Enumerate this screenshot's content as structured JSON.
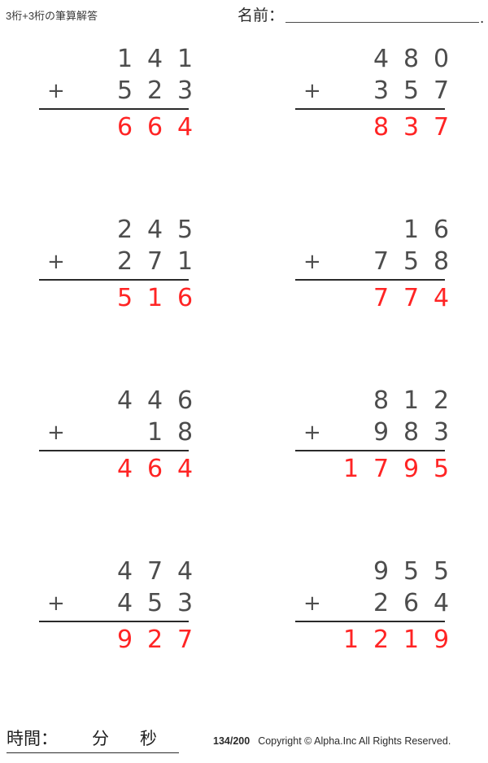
{
  "header": {
    "title": "3桁+3桁の筆算解答",
    "name_label": "名前：",
    "name_trailing_dot": "."
  },
  "problems": [
    {
      "id": 1,
      "operator": "+",
      "addend1": [
        "1",
        "4",
        "1"
      ],
      "addend2": [
        "5",
        "2",
        "3"
      ],
      "answer": [
        "6",
        "6",
        "4"
      ]
    },
    {
      "id": 2,
      "operator": "+",
      "addend1": [
        "4",
        "8",
        "0"
      ],
      "addend2": [
        "3",
        "5",
        "7"
      ],
      "answer": [
        "8",
        "3",
        "7"
      ]
    },
    {
      "id": 3,
      "operator": "+",
      "addend1": [
        "2",
        "4",
        "5"
      ],
      "addend2": [
        "2",
        "7",
        "1"
      ],
      "answer": [
        "5",
        "1",
        "6"
      ]
    },
    {
      "id": 4,
      "operator": "+",
      "addend1": [
        "",
        "1",
        "6"
      ],
      "addend2": [
        "7",
        "5",
        "8"
      ],
      "answer": [
        "7",
        "7",
        "4"
      ]
    },
    {
      "id": 5,
      "operator": "+",
      "addend1": [
        "4",
        "4",
        "6"
      ],
      "addend2": [
        "",
        "1",
        "8"
      ],
      "answer": [
        "4",
        "6",
        "4"
      ]
    },
    {
      "id": 6,
      "operator": "+",
      "addend1": [
        "8",
        "1",
        "2"
      ],
      "addend2": [
        "9",
        "8",
        "3"
      ],
      "answer": [
        "1",
        "7",
        "9",
        "5"
      ]
    },
    {
      "id": 7,
      "operator": "+",
      "addend1": [
        "4",
        "7",
        "4"
      ],
      "addend2": [
        "4",
        "5",
        "3"
      ],
      "answer": [
        "9",
        "2",
        "7"
      ]
    },
    {
      "id": 8,
      "operator": "+",
      "addend1": [
        "9",
        "5",
        "5"
      ],
      "addend2": [
        "2",
        "6",
        "4"
      ],
      "answer": [
        "1",
        "2",
        "1",
        "9"
      ]
    }
  ],
  "footer": {
    "time_label": "時間：",
    "minutes_unit": "分",
    "seconds_unit": "秒",
    "page_number": "134/200",
    "copyright": "Copyright © Alpha.Inc All Rights Reserved."
  },
  "colors": {
    "answer_red": "#ff2424",
    "digit_gray": "#4d4d4d",
    "rule_dark": "#2a2a2a"
  }
}
